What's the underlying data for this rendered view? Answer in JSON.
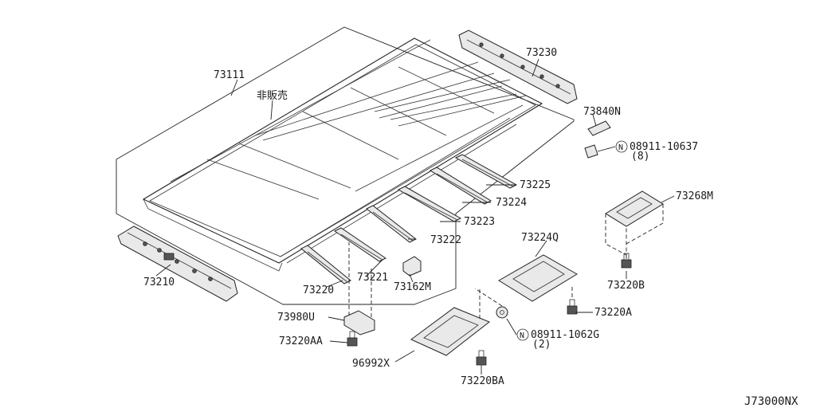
{
  "diagram": {
    "reference_code": "J73000NX",
    "callouts": {
      "roof_panel": "73111",
      "not_for_sale": "非販売",
      "front_rail": "73230",
      "clip_73840n": "73840N",
      "nut_8": "08911-10637",
      "nut_8_qty": "(8)",
      "bow_73225": "73225",
      "bow_73224": "73224",
      "bow_73223": "73223",
      "bow_73222": "73222",
      "bow_73221": "73221",
      "bow_73220": "73220",
      "clip_73162m": "73162M",
      "rear_rail": "73210",
      "bracket_73268m": "73268M",
      "bolt_73220b": "73220B",
      "bracket_73224q": "73224Q",
      "bolt_73220a": "73220A",
      "nut_2": "08911-1062G",
      "nut_2_qty": "(2)",
      "bracket_73980u": "73980U",
      "bolt_73220aa": "73220AA",
      "bracket_96992x": "96992X",
      "bolt_73220ba": "73220BA"
    }
  }
}
